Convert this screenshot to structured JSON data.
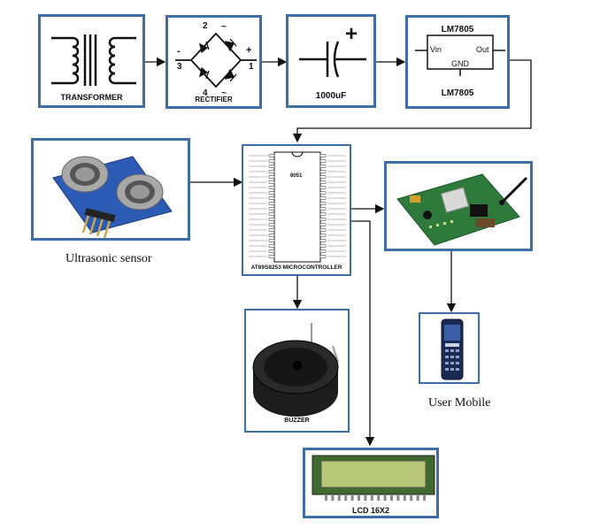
{
  "blocks": {
    "transformer": {
      "caption": "TRANSFORMER"
    },
    "rectifier": {
      "caption": "RECTIFIER",
      "pin_plus": "+",
      "pin_minus": "-",
      "pin1": "1",
      "pin2": "2",
      "pin3": "3",
      "pin4": "4",
      "tilde": "~"
    },
    "capacitor": {
      "caption": "1000uF",
      "plus": "+"
    },
    "regulator": {
      "caption": "LM7805",
      "top_label": "LM7805",
      "vin": "Vin",
      "out": "Out",
      "gnd": "GND"
    },
    "microcontroller": {
      "caption": "AT89S8253 MICROCONTROLLER",
      "chip_label": "8051"
    },
    "buzzer": {
      "caption": "BUZZER"
    },
    "lcd": {
      "caption": "LCD 16X2"
    }
  },
  "labels": {
    "ultrasonic": "Ultrasonic sensor",
    "user_mobile": "User Mobile"
  },
  "colors": {
    "border": "#3d6ea8",
    "arrow": "#111111",
    "lcd_screen": "#b9c879",
    "gsm_board": "#2d7a3a"
  }
}
